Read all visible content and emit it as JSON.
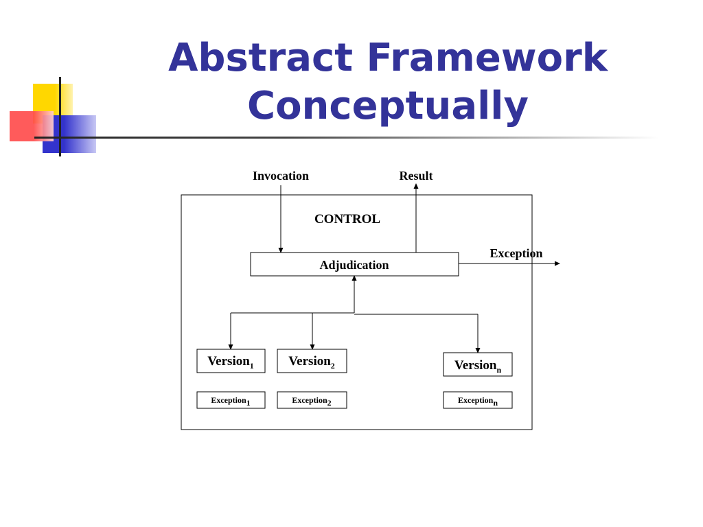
{
  "slide": {
    "title_line1": "Abstract Framework",
    "title_line2": "Conceptually"
  },
  "colors": {
    "title": "#333399",
    "deco_yellow": "#FFD700",
    "deco_red": "#FF4D4D",
    "deco_blue": "#3333CC",
    "rule": "#222222"
  },
  "diagram": {
    "invocation_label": "Invocation",
    "result_label": "Result",
    "control_label": "CONTROL",
    "adjudication_label": "Adjudication",
    "exception_label": "Exception",
    "versions": [
      {
        "base": "Version",
        "sub": "1"
      },
      {
        "base": "Version",
        "sub": "2"
      },
      {
        "base": "Version",
        "sub": "n"
      }
    ],
    "exceptions": [
      {
        "base": "Exception",
        "sub": "1"
      },
      {
        "base": "Exception",
        "sub": "2"
      },
      {
        "base": "Exception",
        "sub": "n"
      }
    ]
  }
}
